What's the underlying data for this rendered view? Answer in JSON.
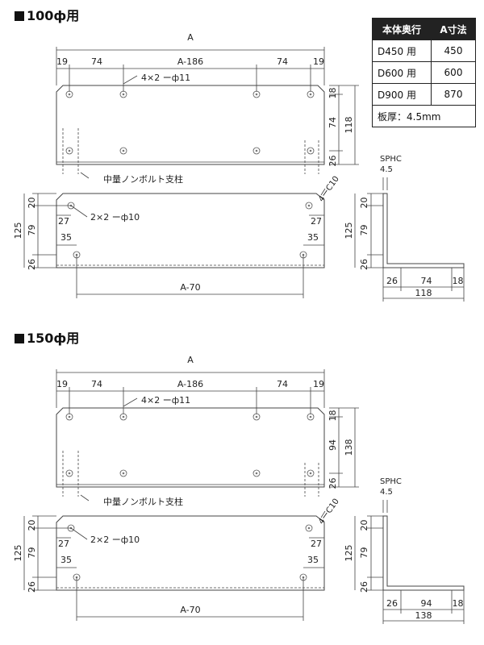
{
  "sections": [
    {
      "title": "100ф用",
      "dim_A": "A",
      "top_dims": [
        "19",
        "74",
        "A-186",
        "74",
        "19"
      ],
      "hole_top": "4×2 ーф11",
      "right_dims": [
        "18",
        "74",
        "26"
      ],
      "right_total": "118",
      "bolt_label": "中量ノンボルト支柱",
      "chamfer": "4ーC10",
      "left_dims": [
        "20",
        "79",
        "26"
      ],
      "left_total": "125",
      "hole_side": "2×2 ーф10",
      "inset_27": "27",
      "inset_35": "35",
      "bottom_dim": "A-70",
      "material": "SPHC",
      "thickness": "4.5",
      "profile_h": [
        "20",
        "79",
        "26"
      ],
      "profile_h_total": "125",
      "profile_w": [
        "26",
        "74",
        "18"
      ],
      "profile_w_total": "118"
    },
    {
      "title": "150ф用",
      "dim_A": "A",
      "top_dims": [
        "19",
        "74",
        "A-186",
        "74",
        "19"
      ],
      "hole_top": "4×2 ーф11",
      "right_dims": [
        "18",
        "94",
        "26"
      ],
      "right_total": "138",
      "bolt_label": "中量ノンボルト支柱",
      "chamfer": "4ーC10",
      "left_dims": [
        "20",
        "79",
        "26"
      ],
      "left_total": "125",
      "hole_side": "2×2 ーф10",
      "inset_27": "27",
      "inset_35": "35",
      "bottom_dim": "A-70",
      "material": "SPHC",
      "thickness": "4.5",
      "profile_h": [
        "20",
        "79",
        "26"
      ],
      "profile_h_total": "125",
      "profile_w": [
        "26",
        "94",
        "18"
      ],
      "profile_w_total": "138"
    }
  ],
  "spec_table": {
    "headers": [
      "本体奥行",
      "A寸法"
    ],
    "rows": [
      [
        "D450 用",
        "450"
      ],
      [
        "D600 用",
        "600"
      ],
      [
        "D900 用",
        "870"
      ]
    ],
    "note": "板厚：4.5mm"
  }
}
